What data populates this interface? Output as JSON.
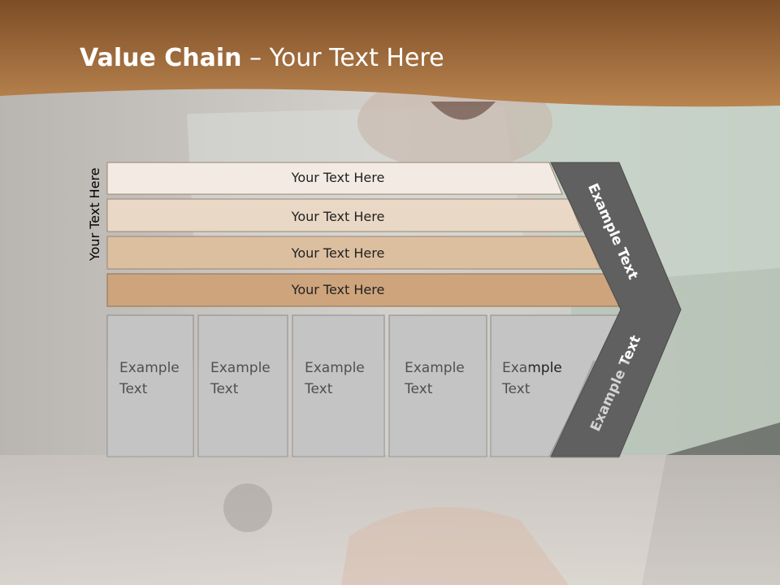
{
  "title": {
    "bold": "Value Chain",
    "rest": " – Your Text Here"
  },
  "side_label": "Your Text Here",
  "rows": [
    {
      "label": "Your Text Here",
      "fill": "#f3ebe3"
    },
    {
      "label": "Your Text Here",
      "fill": "#ead8c6"
    },
    {
      "label": "Your Text Here",
      "fill": "#dcbf9f"
    },
    {
      "label": "Your Text Here",
      "fill": "#cda47c"
    }
  ],
  "boxes": [
    {
      "line1": "Example",
      "line2": "Text"
    },
    {
      "line1": "Example",
      "line2": "Text"
    },
    {
      "line1": "Example",
      "line2": "Text"
    },
    {
      "line1": "Example",
      "line2": "Text"
    },
    {
      "line1": "Example",
      "line2": "Text"
    }
  ],
  "chevron": {
    "upper": "Example Text",
    "lower": "Example Text",
    "fill": "#606060"
  },
  "colors": {
    "header": "#a9713c",
    "box": "#c4c4c4",
    "box_border": "#8a8a8a"
  }
}
